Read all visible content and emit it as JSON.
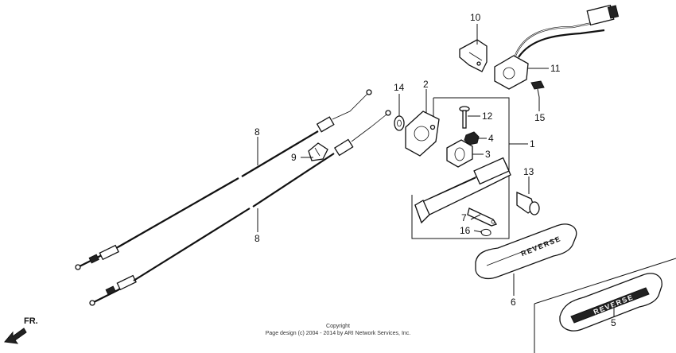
{
  "diagram": {
    "callouts": [
      "10",
      "11",
      "14",
      "2",
      "12",
      "15",
      "4",
      "1",
      "8",
      "3",
      "9",
      "13",
      "7",
      "16",
      "8",
      "6",
      "5"
    ],
    "direction_label": "FR.",
    "grip_text": "REVERSE"
  },
  "footer": {
    "line1": "Copyright",
    "line2": "Page design (c) 2004 - 2014 by ARI Network Services, Inc."
  }
}
